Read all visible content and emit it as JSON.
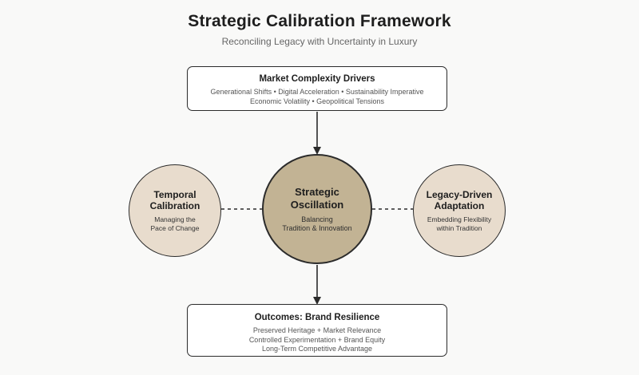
{
  "header": {
    "title": "Strategic Calibration Framework",
    "subtitle": "Reconciling Legacy with Uncertainty in Luxury"
  },
  "drivers": {
    "title": "Market Complexity Drivers",
    "lines": [
      "Generational Shifts • Digital Acceleration • Sustainability Imperative",
      "Economic Volatility • Geopolitical Tensions"
    ]
  },
  "left_node": {
    "title_lines": [
      "Temporal",
      "Calibration"
    ],
    "desc_lines": [
      "Managing the",
      "Pace of Change"
    ]
  },
  "center_node": {
    "title_lines": [
      "Strategic",
      "Oscillation"
    ],
    "desc_lines": [
      "Balancing",
      "Tradition & Innovation"
    ]
  },
  "right_node": {
    "title_lines": [
      "Legacy-Driven",
      "Adaptation"
    ],
    "desc_lines": [
      "Embedding Flexibility",
      "within Tradition"
    ]
  },
  "outcomes": {
    "title": "Outcomes: Brand Resilience",
    "lines": [
      "Preserved Heritage + Market Relevance",
      "Controlled Experimentation + Brand Equity",
      "Long-Term Competitive Advantage"
    ]
  },
  "colors": {
    "center_fill": "#c2b394",
    "side_fill": "#e8dccd",
    "stroke": "#2b2b2b",
    "box_fill": "#ffffff"
  }
}
